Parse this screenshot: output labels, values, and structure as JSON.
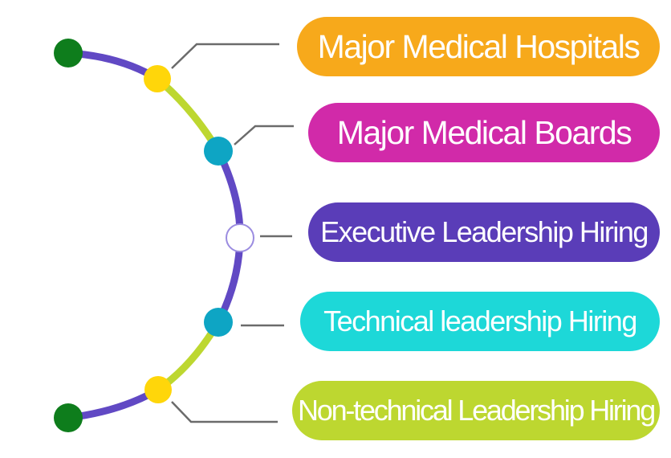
{
  "items": [
    {
      "label": "Major Medical Hospitals",
      "color": "#F7A91B"
    },
    {
      "label": "Major Medical Boards",
      "color": "#D12AA9"
    },
    {
      "label": "Executive Leadership Hiring",
      "color": "#5A3DB8"
    },
    {
      "label": "Technical leadership Hiring",
      "color": "#1DD8D8"
    },
    {
      "label": "Non-technical Leadership Hiring",
      "color": "#BDD730"
    }
  ],
  "arc_colors": {
    "purple": "#6149C4",
    "lime": "#BDD730",
    "endpoint": "#0E7D1C",
    "yellow_node": "#FFD60A",
    "teal_node": "#0EA5C4",
    "center_node": "#FFFFFF",
    "center_node_stroke": "#9B8CE0",
    "connector": "#6B6B6B"
  }
}
